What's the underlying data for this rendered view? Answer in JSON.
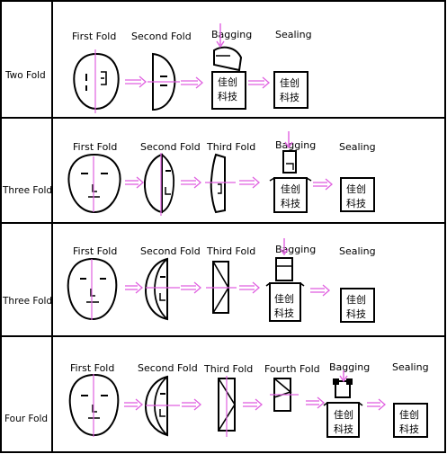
{
  "table": {
    "rows": [
      {
        "name": "Two Fold",
        "steps": [
          "First Fold",
          "Second Fold",
          "Bagging",
          "Sealing"
        ]
      },
      {
        "name": "Three Fold",
        "steps": [
          "First Fold",
          "Second Fold",
          "Third Fold",
          "Bagging",
          "Sealing"
        ]
      },
      {
        "name": "Three Fold",
        "steps": [
          "First Fold",
          "Second Fold",
          "Third Fold",
          "Bagging",
          "Sealing"
        ]
      },
      {
        "name": "Four Fold",
        "steps": [
          "First Fold",
          "Second Fold",
          "Third Fold",
          "Fourth Fold",
          "Bagging",
          "Sealing"
        ]
      }
    ]
  },
  "package_text": {
    "line1": "佳创",
    "line2": "科技"
  },
  "colors": {
    "arrow": "#e060e0",
    "fold_line": "#e060e0",
    "stroke": "#000000"
  }
}
